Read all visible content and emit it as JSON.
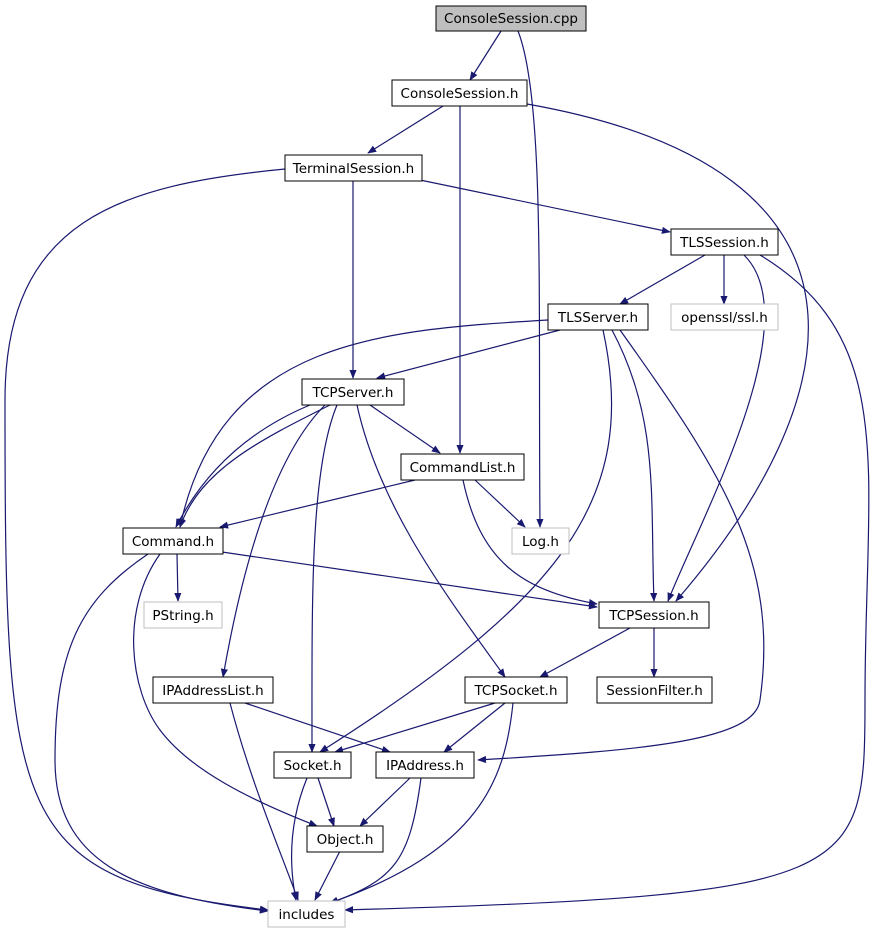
{
  "nodes": {
    "consolesession_cpp": "ConsoleSession.cpp",
    "consolesession_h": "ConsoleSession.h",
    "terminalsession_h": "TerminalSession.h",
    "tlssession_h": "TLSSession.h",
    "tlsserver_h": "TLSServer.h",
    "openssl_ssl_h": "openssl/ssl.h",
    "tcpserver_h": "TCPServer.h",
    "commandlist_h": "CommandList.h",
    "command_h": "Command.h",
    "log_h": "Log.h",
    "pstring_h": "PString.h",
    "tcpsession_h": "TCPSession.h",
    "ipaddresslist_h": "IPAddressList.h",
    "tcpsocket_h": "TCPSocket.h",
    "sessionfilter_h": "SessionFilter.h",
    "socket_h": "Socket.h",
    "ipaddress_h": "IPAddress.h",
    "object_h": "Object.h",
    "includes": "includes"
  },
  "colors": {
    "edge": "#191970",
    "root_fill": "#bfbfbf",
    "node_border": "#000000",
    "external_border": "#bfbfbf",
    "node_fill": "#ffffff"
  }
}
